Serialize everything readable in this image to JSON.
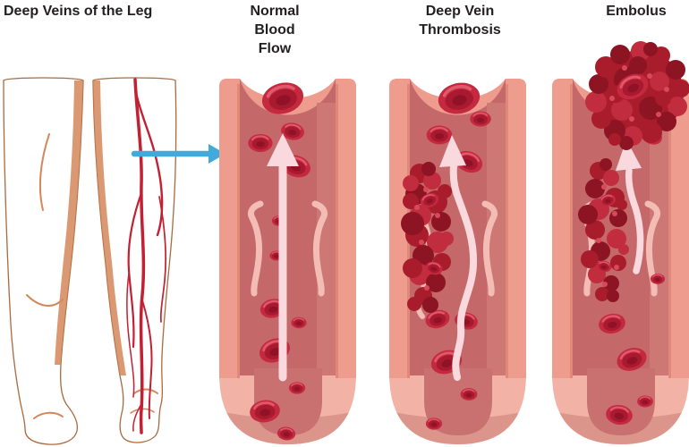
{
  "page": {
    "background": "#ffffff"
  },
  "labels": {
    "legs": "Deep Veins of the Leg",
    "normal": "Normal\nBlood\nFlow",
    "dvt": "Deep Vein\nThrombosis",
    "embolus": "Embolus"
  },
  "colors": {
    "bg": "#ffffff",
    "text": "#242021",
    "pointer": "#41AADB",
    "flow_arrow": "#F9D9DE",
    "valve": "#F3BCB5",
    "wall": "#EE9C8E",
    "wall_light": "#F3B2A6",
    "wall_edge": "#E18879",
    "band": "#DC958A",
    "lumen": "#C4686A",
    "lumen_light": "#CE7876",
    "lumen_tube": "#C97170",
    "rbc": "#C5293F",
    "rbc_dark": "#A81A2F",
    "rbc_deep": "#911226",
    "rbc_light": "#E05A6B",
    "clot": "#A81C2C",
    "clot_dark": "#8C1423",
    "clot_light": "#C12C3E",
    "clot_dot": "#D8495B",
    "skin": "#E8A077",
    "skin_shadow": "#D4875A",
    "skin_line": "#A96A40",
    "leg_vein": "#C22033"
  }
}
